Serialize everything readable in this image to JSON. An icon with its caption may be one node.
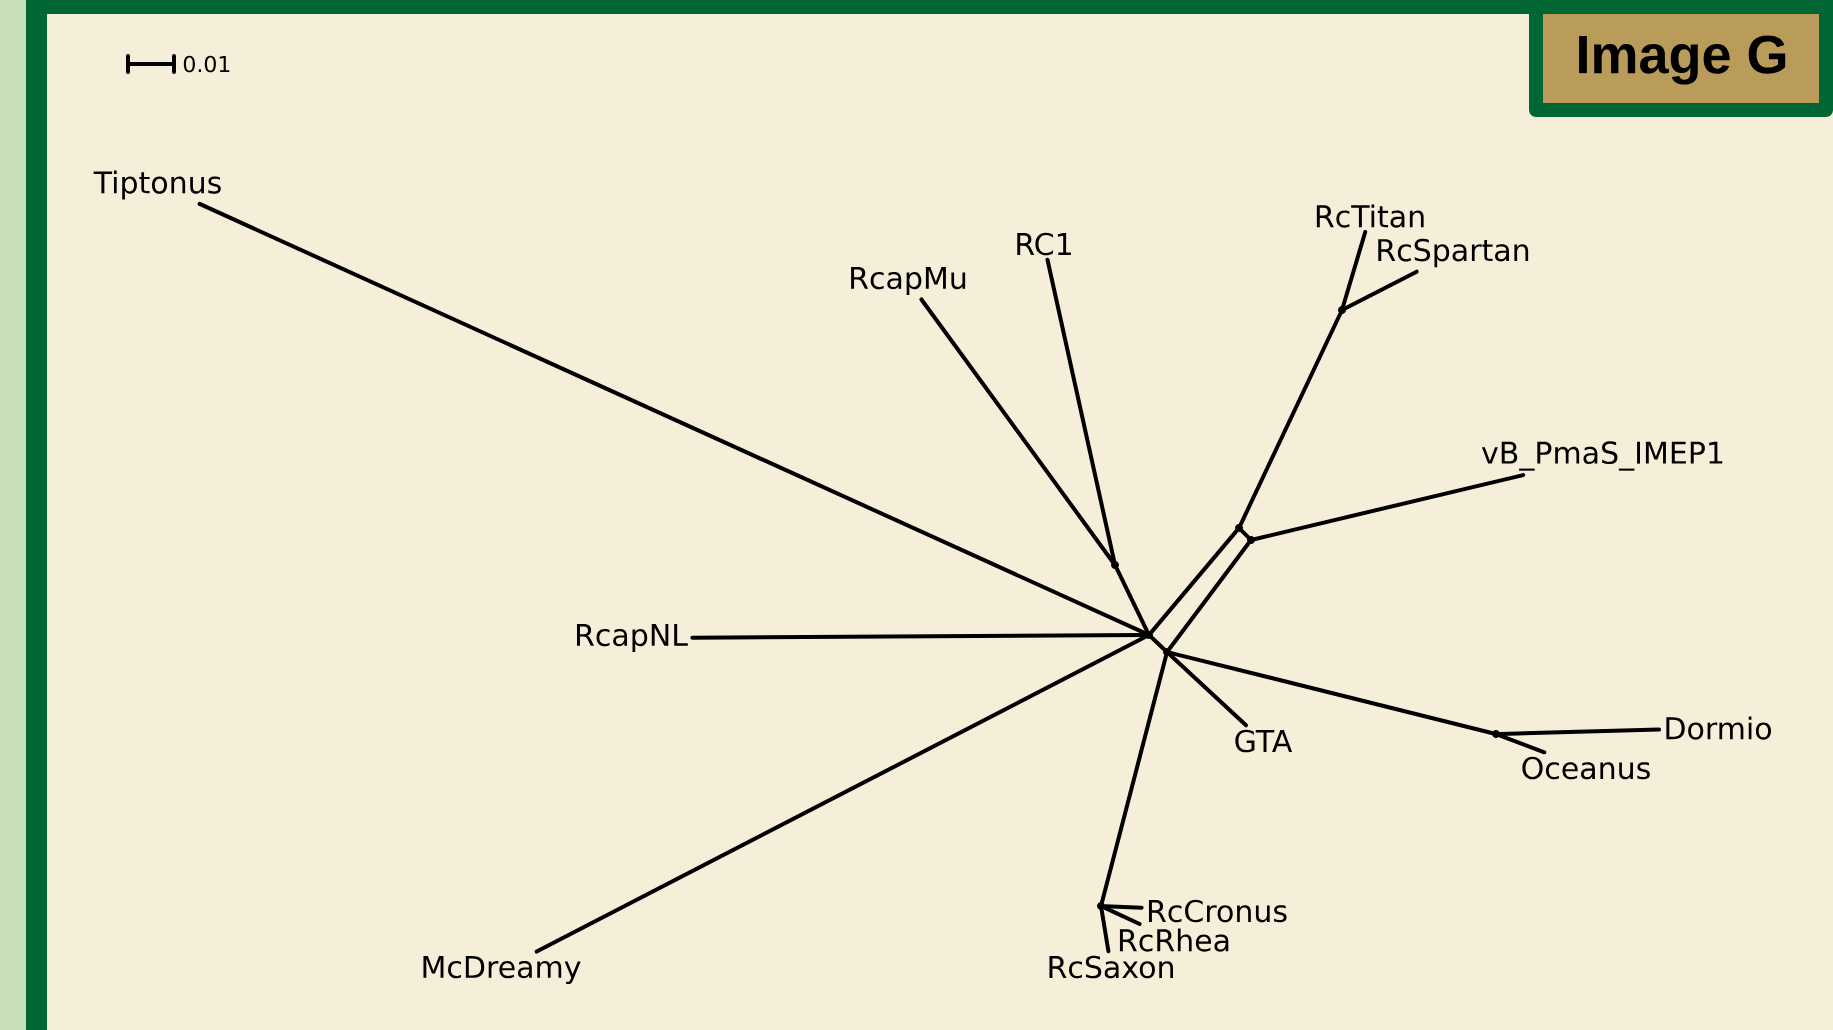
{
  "diagram": {
    "title": "Image G",
    "nodes": [
      {
        "text": [
          "Tiptonus"
        ]
      },
      {
        "text": [
          "RcapMu"
        ]
      },
      {
        "text": [
          "RC1"
        ]
      },
      {
        "text": [
          "RcTitan"
        ]
      },
      {
        "text": [
          "RcSpartan"
        ]
      },
      {
        "text": [
          "vB_PmaS_IMEP1"
        ]
      },
      {
        "text": [
          "RcapNL"
        ]
      },
      {
        "text": [
          "GTA"
        ]
      },
      {
        "text": [
          "Dormio"
        ]
      },
      {
        "text": [
          "Oceanus"
        ]
      },
      {
        "text": [
          "McDreamy"
        ]
      },
      {
        "text": [
          "RcCronus"
        ]
      },
      {
        "text": [
          "RcRhea"
        ]
      },
      {
        "text": [
          "RcSaxon"
        ]
      },
      {
        "text": [],
        "shape": "point"
      },
      {
        "text": [],
        "shape": "point"
      },
      {
        "text": [],
        "shape": "point"
      },
      {
        "text": [],
        "shape": "point"
      },
      {
        "text": [],
        "shape": "point"
      },
      {
        "text": [],
        "shape": "point"
      },
      {
        "text": [],
        "shape": "point"
      },
      {
        "text": [],
        "shape": "point"
      }
    ],
    "edges": [
      {
        "from": 19,
        "to": 0,
        "arrow": "none"
      },
      {
        "from": 21,
        "to": 1,
        "arrow": "none"
      },
      {
        "from": 21,
        "to": 2,
        "arrow": "none"
      },
      {
        "from": 14,
        "to": 3,
        "arrow": "none"
      },
      {
        "from": 14,
        "to": 4,
        "arrow": "none"
      },
      {
        "from": 18,
        "to": 5,
        "arrow": "none"
      },
      {
        "from": 19,
        "to": 6,
        "arrow": "none"
      },
      {
        "from": 20,
        "to": 7,
        "arrow": "none"
      },
      {
        "from": 15,
        "to": 8,
        "arrow": "none"
      },
      {
        "from": 15,
        "to": 9,
        "arrow": "none"
      },
      {
        "from": 19,
        "to": 10,
        "arrow": "none"
      },
      {
        "from": 16,
        "to": 11,
        "arrow": "none"
      },
      {
        "from": 16,
        "to": 12,
        "arrow": "none"
      },
      {
        "from": 16,
        "to": 13,
        "arrow": "none"
      },
      {
        "from": 17,
        "to": 14,
        "arrow": "none"
      },
      {
        "from": 17,
        "to": 18,
        "arrow": "none"
      },
      {
        "from": 17,
        "to": 19,
        "arrow": "none"
      },
      {
        "from": 18,
        "to": 20,
        "arrow": "none"
      },
      {
        "from": 19,
        "to": 20,
        "arrow": "none"
      },
      {
        "from": 21,
        "to": 19,
        "arrow": "none"
      },
      {
        "from": 20,
        "to": 15,
        "arrow": "none"
      },
      {
        "from": 20,
        "to": 16,
        "arrow": "none"
      }
    ],
    "labels": [
      "0.01"
    ]
  }
}
